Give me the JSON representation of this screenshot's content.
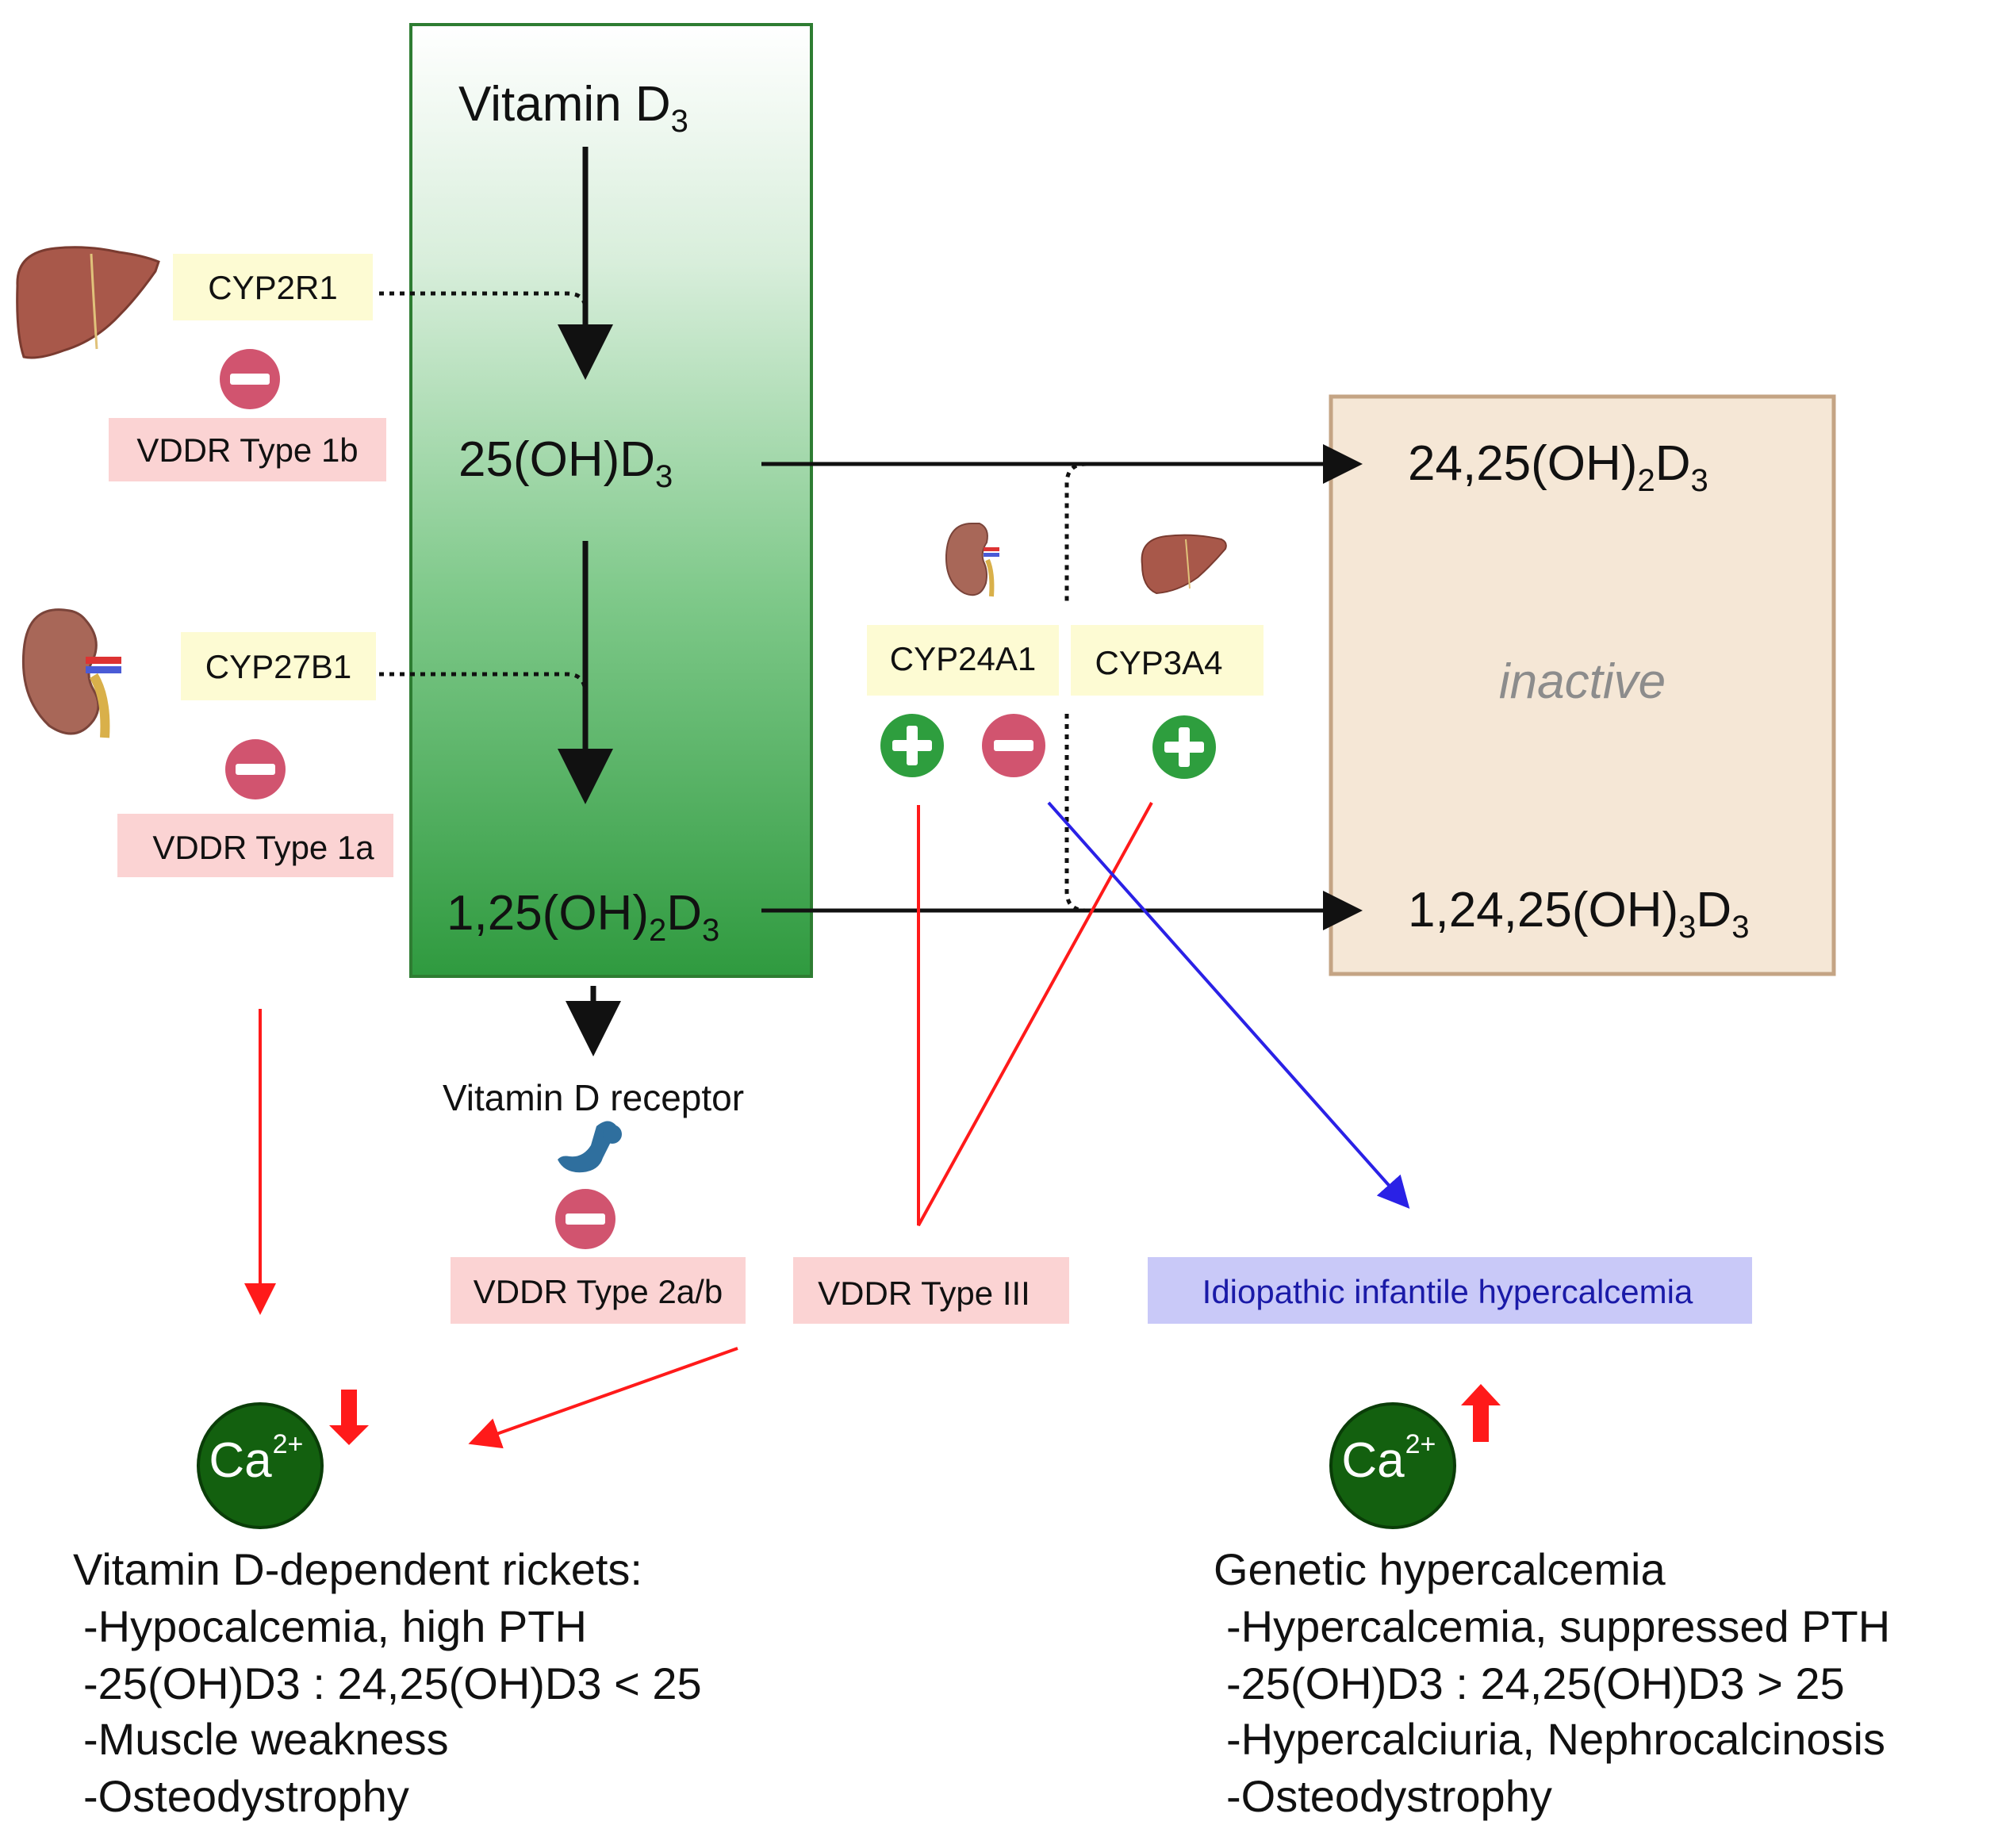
{
  "metabolites": {
    "vitd3": {
      "base": "Vitamin D",
      "sub": "3"
    },
    "oh25": {
      "base": "25(OH)D",
      "sub": "3"
    },
    "oh125": {
      "p1": "1,25(OH)",
      "s1": "2",
      "p2": "D",
      "s2": "3"
    },
    "oh2425": {
      "p1": "24,25(OH)",
      "s1": "2",
      "p2": "D",
      "s2": "3"
    },
    "oh12425": {
      "p1": "1,24,25(OH)",
      "s1": "3",
      "p2": "D",
      "s2": "3"
    }
  },
  "inactive_label": "inactive",
  "enzymes": {
    "cyp2r1": "CYP2R1",
    "cyp27b1": "CYP27B1",
    "cyp24a1": "CYP24A1",
    "cyp3a4": "CYP3A4"
  },
  "vdr_label": "Vitamin D receptor",
  "disorders": {
    "type1b": "VDDR Type 1b",
    "type1a": "VDDR Type 1a",
    "type2": "VDDR Type 2a/b",
    "type3": "VDDR Type III",
    "iih": "Idiopathic infantile hypercalcemia"
  },
  "calcium": {
    "symbol": "Ca",
    "charge": "2+"
  },
  "left_summary": {
    "title": "Vitamin D-dependent rickets:",
    "items": [
      "-Hypocalcemia, high PTH",
      "-25(OH)D3 : 24,25(OH)D3 < 25",
      "-Muscle weakness",
      "-Osteodystrophy"
    ]
  },
  "right_summary": {
    "title": "Genetic hypercalcemia",
    "items": [
      "-Hypercalcemia, suppressed PTH",
      "-25(OH)D3 : 24,25(OH)D3 > 25",
      "-Hypercalciuria,  Nephrocalcinosis",
      "-Osteodystrophy"
    ]
  },
  "colors": {
    "green_gradient_top": "#ffffff",
    "green_gradient_bottom": "#2f9a3f",
    "green_border": "#2e7d32",
    "inactive_fill": "#f5e7d6",
    "inactive_border": "#c4a484",
    "enzyme_fill": "#fdfbd3",
    "disorder_fill": "#fbd3d3",
    "iih_fill": "#c9c9f8",
    "red_arrow": "#ff1a1a",
    "blue_arrow": "#2a21e6",
    "minus_badge": "#d1546f",
    "plus_badge": "#2e9e3e",
    "calcium_fill": "#13600f",
    "organ_liver": "#a8584a",
    "organ_kidney": "#a86758"
  },
  "icons": {
    "liver": "liver-icon",
    "kidney": "kidney-icon",
    "receptor": "vitamin-d-receptor-icon",
    "plus": "plus-circle-icon",
    "minus": "minus-circle-icon",
    "down_arrow": "down-arrow-icon",
    "up_arrow": "up-arrow-icon"
  }
}
